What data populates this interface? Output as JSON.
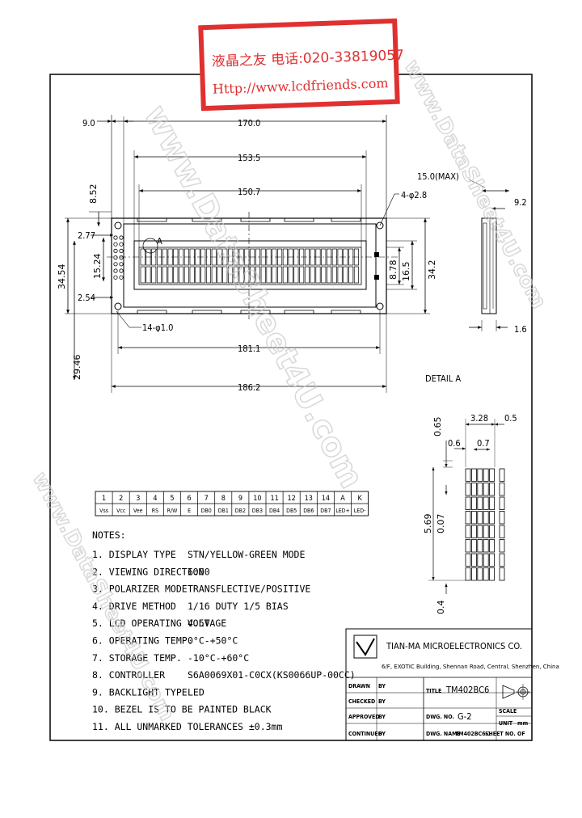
{
  "stamp": {
    "line1": "液晶之友 电话:020-33819057",
    "line2": "Http://www.lcdfriends.com",
    "color": "#e03030"
  },
  "watermark": "www.DataSheet4U.com",
  "top_view": {
    "dim_9_0": "9.0",
    "dim_170_0": "170.0",
    "dim_153_5": "153.5",
    "dim_150_7": "150.7",
    "dim_8_52": "8.52",
    "dim_2_77": "2.77",
    "dim_34_54": "34.54",
    "dim_15_24": "15.24",
    "dim_2_54": "2.54",
    "hole_label": "4-φ2.8",
    "pin_label": "14-φ1.0",
    "dim_8_78": "8.78",
    "dim_16_5": "16.5",
    "dim_34_2": "34.2",
    "dim_29_46": "29.46",
    "dim_181_1": "181.1",
    "dim_186_2": "186.2",
    "detail_marker": "A"
  },
  "side_view": {
    "dim_15_0max": "15.0(MAX)",
    "dim_9_2": "9.2",
    "dim_1_6": "1.6"
  },
  "detail": {
    "title": "DETAIL A",
    "dim_0_65": "0.65",
    "dim_3_28": "3.28",
    "dim_0_5a": "0.5",
    "dim_0_6": "0.6",
    "dim_0_7": "0.7",
    "dim_5_69": "5.69",
    "dim_0_07": "0.07",
    "dim_0_4": "0.4"
  },
  "pins": {
    "numbers": [
      "1",
      "2",
      "3",
      "4",
      "5",
      "6",
      "7",
      "8",
      "9",
      "10",
      "11",
      "12",
      "13",
      "14",
      "A",
      "K"
    ],
    "names": [
      "Vss",
      "Vcc",
      "Vee",
      "RS",
      "R/W",
      "E",
      "DB0",
      "DB1",
      "DB2",
      "DB3",
      "DB4",
      "DB5",
      "DB6",
      "DB7",
      "LED+",
      "LED-"
    ]
  },
  "notes": {
    "title": "NOTES:",
    "items": [
      {
        "label": "1. DISPLAY TYPE",
        "value": "STN/YELLOW-GREEN MODE"
      },
      {
        "label": "2. VIEWING DIRECTION",
        "value": "6:00"
      },
      {
        "label": "3. POLARIZER MODE",
        "value": "TRANSFLECTIVE/POSITIVE"
      },
      {
        "label": "4. DRIVE METHOD",
        "value": "1/16 DUTY 1/5 BIAS"
      },
      {
        "label": "5. LCD OPERATING VOLTAGE",
        "value": "4.5V"
      },
      {
        "label": "6. OPERATING TEMP.",
        "value": "0°C-+50°C"
      },
      {
        "label": "7. STORAGE TEMP.",
        "value": "-10°C-+60°C"
      },
      {
        "label": "8. CONTROLLER",
        "value": "S6A0069X01-C0CX(KS0066UP-00CC)"
      },
      {
        "label": "9. BACKLIGHT TYPE",
        "value": "LED"
      },
      {
        "label": "10. BEZEL IS TO BE PAINTED BLACK",
        "value": ""
      },
      {
        "label": "11. ALL UNMARKED TOLERANCES ±0.3mm",
        "value": ""
      }
    ]
  },
  "title_block": {
    "company": "TIAN-MA MICROELECTRONICS CO.",
    "address": "6/F, EXOTIC Building, Shennan Road, Central, Shenzhen, China",
    "rows": [
      {
        "label": "DRAWN",
        "by": "BY"
      },
      {
        "label": "CHECKED",
        "by": "BY"
      },
      {
        "label": "APPROVED",
        "by": "BY"
      },
      {
        "label": "CONTINUED",
        "by": "BY"
      }
    ],
    "title_label": "TITLE",
    "title_value": "TM402BC6",
    "dwg_no_label": "DWG. NO.",
    "dwg_no_value": "G-2",
    "dwg_name_label": "DWG. NAME",
    "dwg_name_value": "TM402BC6-1",
    "sheet_label": "SHEET NO.",
    "sheet_value": "OF",
    "scale_label": "SCALE",
    "unit_label": "UNIT",
    "unit_value": "mm"
  }
}
